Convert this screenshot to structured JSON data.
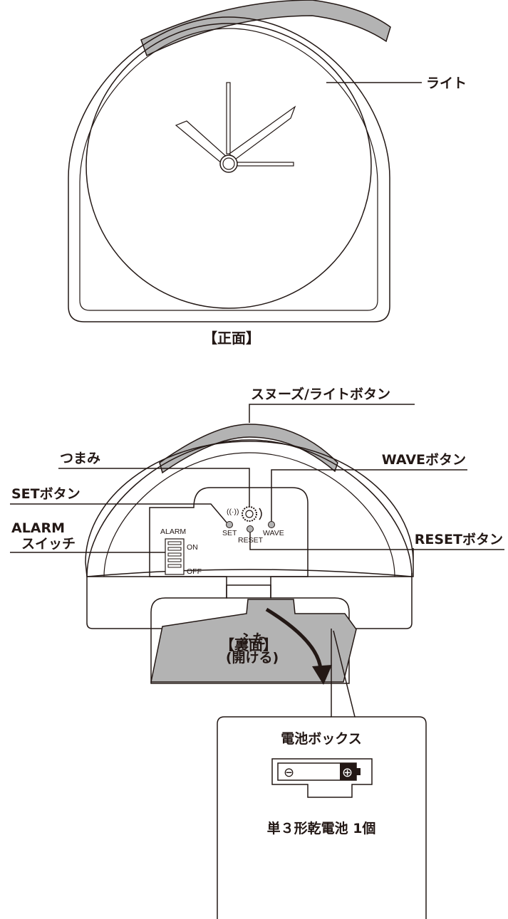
{
  "front": {
    "caption": "【正面】",
    "light_label": "ライト"
  },
  "back": {
    "caption": "【裏面】",
    "snooze_label": "スヌーズ/ライトボタン",
    "knob_label": "つまみ",
    "wave_label": "WAVEボタン",
    "set_label": "SETボタン",
    "alarm_label_line1": "ALARM",
    "alarm_label_line2": "スイッチ",
    "reset_label": "RESETボタン",
    "panel": {
      "alarm": "ALARM",
      "on": "ON",
      "off": "OFF",
      "set": "SET",
      "wave": "WAVE",
      "reset": "RESET",
      "radio_glyph": "((·))"
    },
    "lid_line1": "ふた",
    "lid_line2": "(開ける)"
  },
  "battery_box": {
    "title": "電池ボックス",
    "note": "単３形乾電池 1個",
    "minus": "⊖",
    "plus": "⊕"
  },
  "colors": {
    "ink": "#231815",
    "gray_fill": "#b3b3b3"
  }
}
